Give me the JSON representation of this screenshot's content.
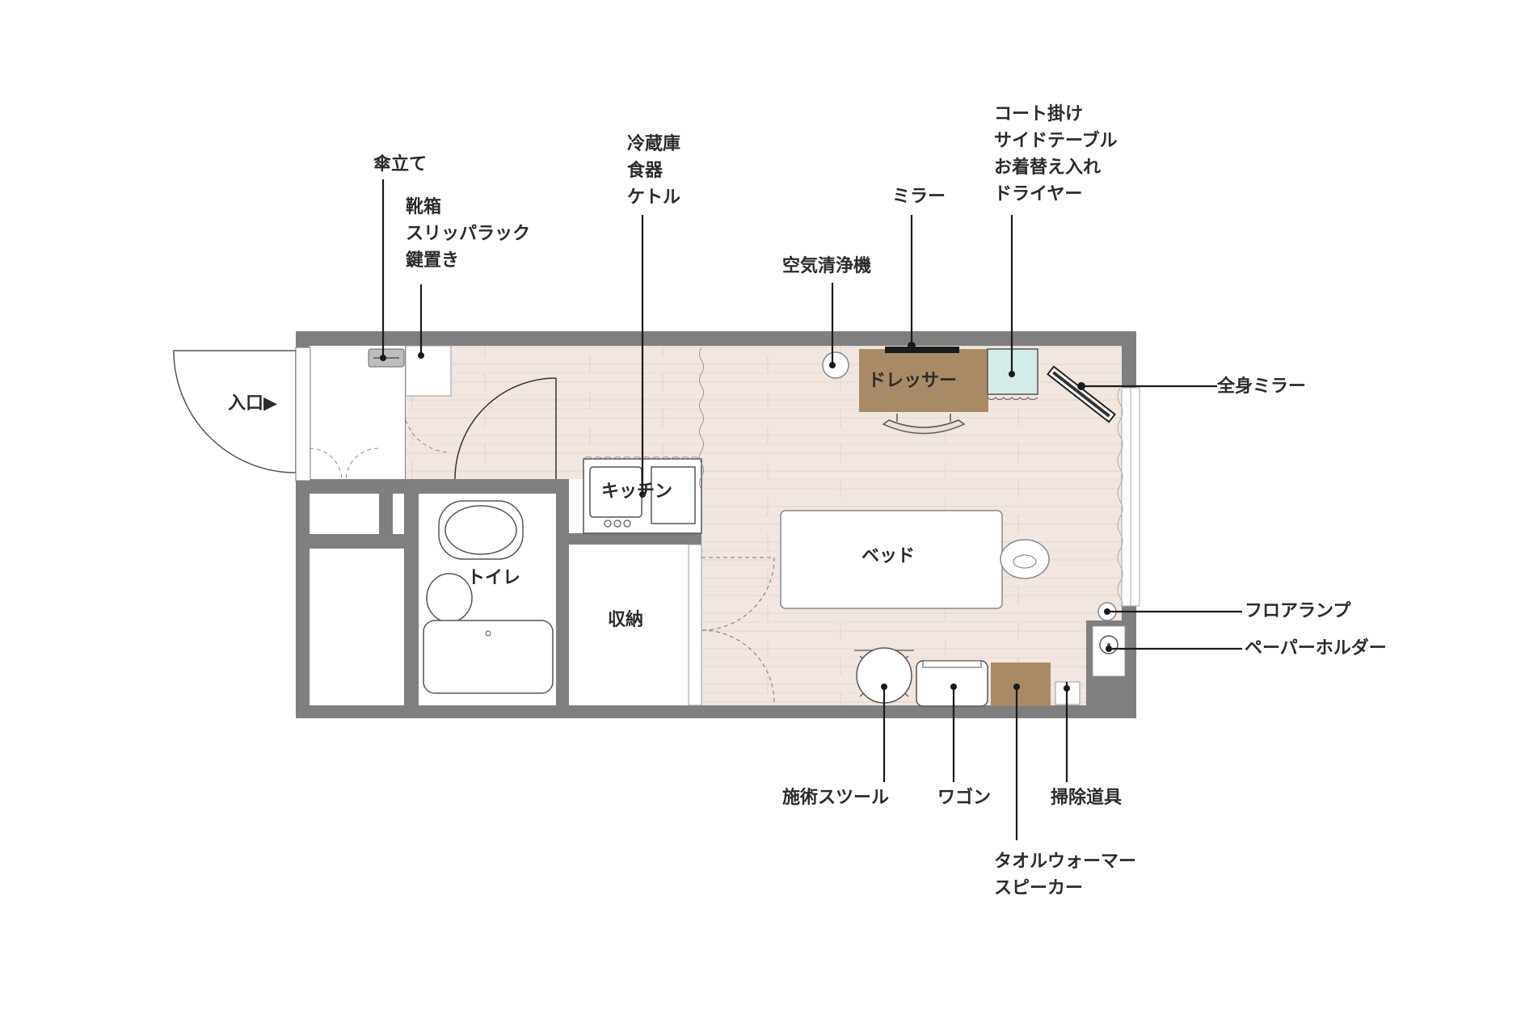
{
  "floor_plan": {
    "entrance": "入口▶",
    "rooms": {
      "kitchen": "キッチン",
      "toilet": "トイレ",
      "storage": "収納",
      "bed": "ベッド",
      "dresser": "ドレッサー"
    },
    "callouts": {
      "umbrella_stand": [
        "傘立て"
      ],
      "shoe_box": [
        "靴箱",
        "スリッパラック",
        "鍵置き"
      ],
      "fridge": [
        "冷蔵庫",
        "食器",
        "ケトル"
      ],
      "air_purifier": [
        "空気清浄機"
      ],
      "mirror": [
        "ミラー"
      ],
      "coat_hanger": [
        "コート掛け",
        "サイドテーブル",
        "お着替え入れ",
        "ドライヤー"
      ],
      "full_mirror": [
        "全身ミラー"
      ],
      "floor_lamp": [
        "フロアランプ"
      ],
      "paper_holder": [
        "ペーパーホルダー"
      ],
      "stool": [
        "施術スツール"
      ],
      "wagon": [
        "ワゴン"
      ],
      "cleaning": [
        "掃除道具"
      ],
      "towel_warmer": [
        "タオルウォーマー",
        "スピーカー"
      ]
    },
    "colors": {
      "wall": "#7f7f7f",
      "floor": "#f1e6e0",
      "wood": "#a98a66",
      "line": "#2b2b2b",
      "teal": "#d4ece8"
    }
  }
}
